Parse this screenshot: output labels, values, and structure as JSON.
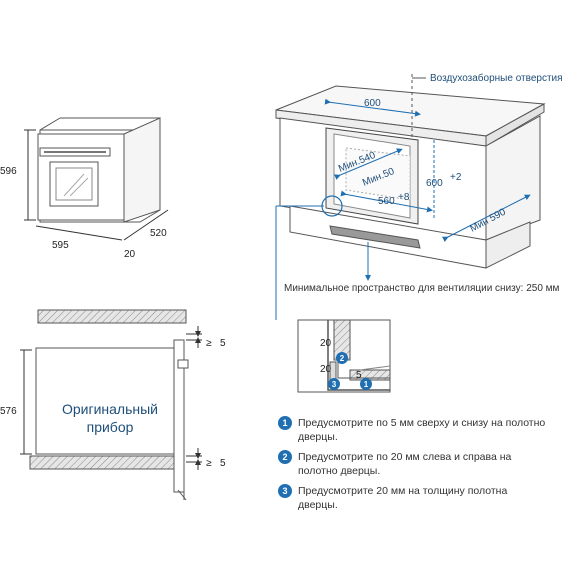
{
  "oven_front": {
    "height": "596",
    "width": "595",
    "depth": "520",
    "door": "20"
  },
  "cabinet_top": {
    "air_intake": "Воздухозаборные отверстия",
    "width_600": "600",
    "min_540": "Мин.540",
    "min_50": "Мин.50",
    "height_600": "600",
    "tol_plus2": "+2",
    "dim_560": "560",
    "tol_plus8": "+8",
    "min_590": "Мин 590",
    "ventilation": "Минимальное пространство для вентиляции снизу: 250 мм"
  },
  "side_view": {
    "original_line1": "Оригинальный",
    "original_line2": "прибор",
    "height": "576",
    "gap_top": "5",
    "gap_bottom": "5"
  },
  "detail": {
    "d20_top": "20",
    "d20_side": "20",
    "d5": "5",
    "marker1": "1",
    "marker2": "2",
    "marker3": "3"
  },
  "notes": [
    {
      "num": "1",
      "text": "Предусмотрите по 5 мм сверху и снизу на полотно дверцы."
    },
    {
      "num": "2",
      "text": "Предусмотрите по 20 мм слева и справа на полотно дверцы."
    },
    {
      "num": "3",
      "text": "Предусмотрите 20 мм на толщину полотна дверцы."
    }
  ],
  "colors": {
    "accent": "#1f6fb2",
    "label": "#1f4e79",
    "line": "#555555",
    "hatch": "#888888"
  }
}
